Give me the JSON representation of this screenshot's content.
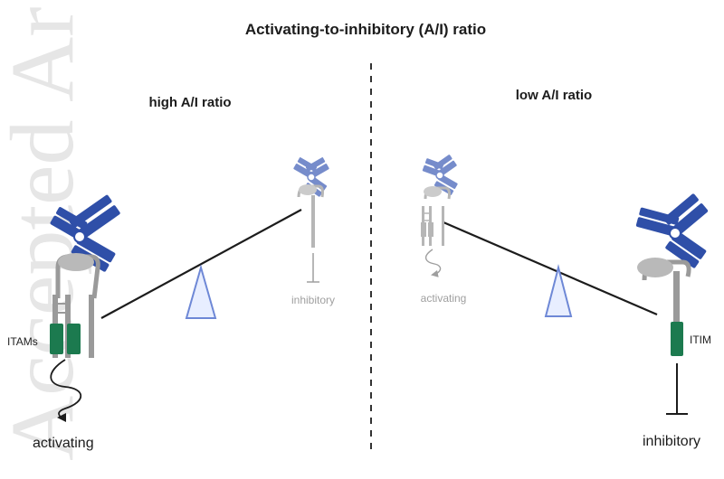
{
  "title": "Activating-to-inhibitory (A/I) ratio",
  "watermark": "Accepted Ar",
  "left_panel": {
    "heading": "high A/I ratio",
    "itam_label": "ITAMs",
    "activating_label": "activating",
    "inhibitory_label": "inhibitory"
  },
  "right_panel": {
    "heading": "low A/I ratio",
    "itim_label": "ITIM",
    "activating_label": "activating",
    "inhibitory_label": "inhibitory"
  },
  "colors": {
    "antibody_dark": "#2f4fa8",
    "antibody_light": "#6f86c9",
    "receptor_gray": "#9a9a9a",
    "itam_green": "#1c7a4f",
    "fulcrum_blue": "#6e88d6",
    "fulcrum_fill": "#e8eeff"
  }
}
